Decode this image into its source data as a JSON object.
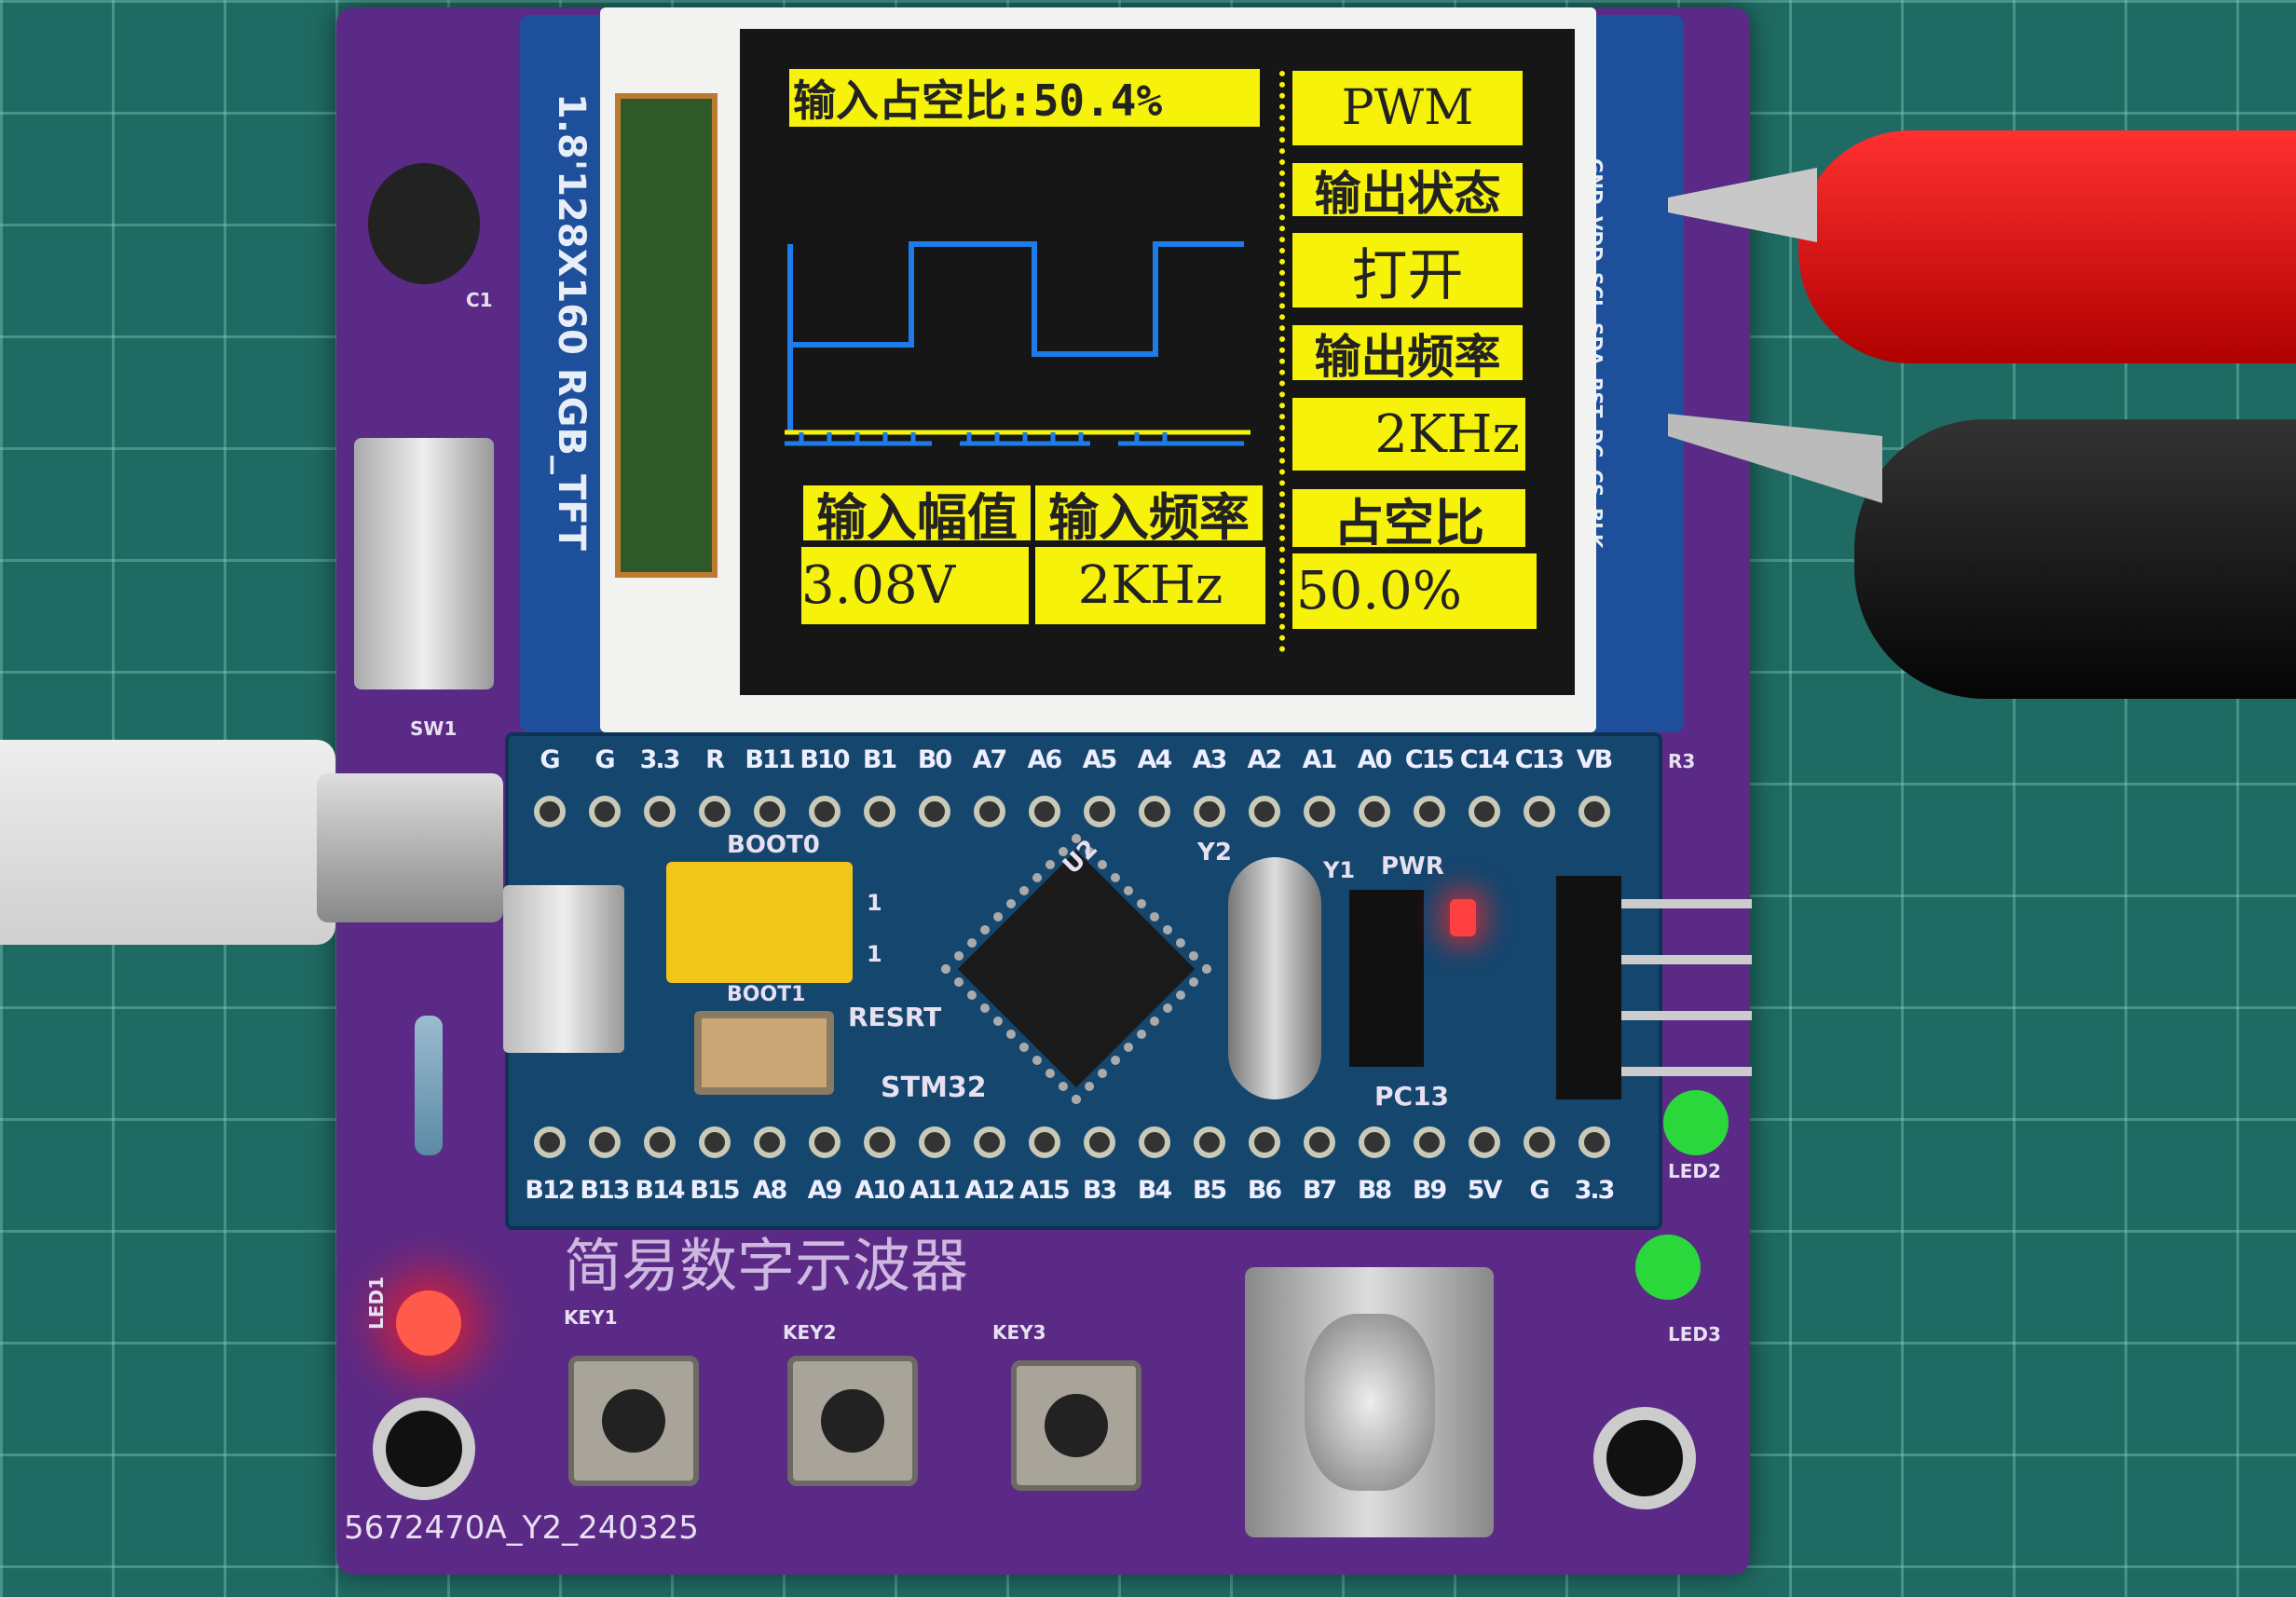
{
  "lcd_module": {
    "label": "1.8'128X160 RGB_TFT",
    "pins": [
      "GND",
      "VDD",
      "SCL",
      "SDA",
      "RST",
      "DC",
      "CS",
      "BLK"
    ]
  },
  "screen": {
    "input_duty_banner": "输入占空比:50.4%",
    "mode": "PWM",
    "output_state_label": "输出状态",
    "output_state_value": "打开",
    "output_freq_label": "输出频率",
    "output_freq_value": "2KHz",
    "duty_label": "占空比",
    "duty_value": "50.0%",
    "input_amp_label": "输入幅值",
    "input_amp_value": "3.08V",
    "input_freq_label": "输入频率",
    "input_freq_value": "2KHz",
    "colors": {
      "highlight": "#f7f20a",
      "trace": "#1e7be8",
      "background": "#151615"
    }
  },
  "board": {
    "top_pins": [
      "G",
      "G",
      "3.3",
      "R",
      "B11",
      "B10",
      "B1",
      "B0",
      "A7",
      "A6",
      "A5",
      "A4",
      "A3",
      "A2",
      "A1",
      "A0",
      "C15",
      "C14",
      "C13",
      "VB"
    ],
    "bottom_pins": [
      "B12",
      "B13",
      "B14",
      "B15",
      "A8",
      "A9",
      "A10",
      "A11",
      "A12",
      "A15",
      "B3",
      "B4",
      "B5",
      "B6",
      "B7",
      "B8",
      "B9",
      "5V",
      "G",
      "3.3"
    ],
    "boot0": "BOOT0",
    "boot1": "BOOT1",
    "reset": "RESRT",
    "mcu": "STM32",
    "u2": "U2",
    "y1": "Y1",
    "y2": "Y2",
    "pwr": "PWR",
    "pc13": "PC13",
    "jumper_marks": [
      "1",
      "1"
    ],
    "title": "简易数字示波器",
    "keys": [
      "KEY1",
      "KEY2",
      "KEY3"
    ],
    "leds": [
      "LED1",
      "LED2",
      "LED3"
    ],
    "sw": "SW1",
    "c1": "C1",
    "r3": "R3",
    "serial": "5672470A_Y2_240325"
  }
}
